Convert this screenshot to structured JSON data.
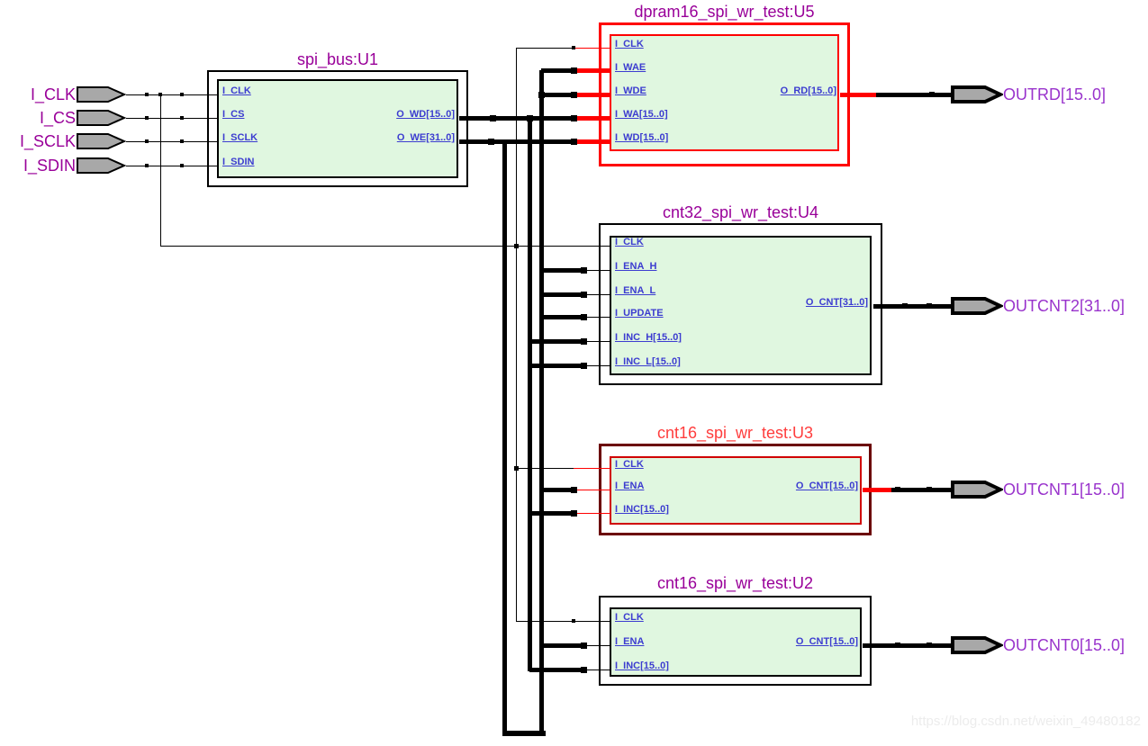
{
  "schematic": {
    "input_pins": [
      {
        "label": "I_CLK"
      },
      {
        "label": "I_CS"
      },
      {
        "label": "I_SCLK"
      },
      {
        "label": "I_SDIN"
      }
    ],
    "output_pins": [
      {
        "label": "OUTRD[15..0]"
      },
      {
        "label": "OUTCNT2[31..0]"
      },
      {
        "label": "OUTCNT1[15..0]"
      },
      {
        "label": "OUTCNT0[15..0]"
      }
    ],
    "blocks": [
      {
        "title": "spi_bus:U1",
        "inputs": [
          "I_CLK",
          "I_CS",
          "I_SCLK",
          "I_SDIN"
        ],
        "outputs": [
          "O_WD[15..0]",
          "O_WE[31..0]"
        ],
        "highlight": "none"
      },
      {
        "title": "dpram16_spi_wr_test:U5",
        "inputs": [
          "I_CLK",
          "I_WAE",
          "I_WDE",
          "I_WA[15..0]",
          "I_WD[15..0]"
        ],
        "outputs": [
          "O_RD[15..0]"
        ],
        "highlight": "red"
      },
      {
        "title": "cnt32_spi_wr_test:U4",
        "inputs": [
          "I_CLK",
          "I_ENA_H",
          "I_ENA_L",
          "I_UPDATE",
          "I_INC_H[15..0]",
          "I_INC_L[15..0]"
        ],
        "outputs": [
          "O_CNT[31..0]"
        ],
        "highlight": "none"
      },
      {
        "title": "cnt16_spi_wr_test:U3",
        "inputs": [
          "I_CLK",
          "I_ENA",
          "I_INC[15..0]"
        ],
        "outputs": [
          "O_CNT[15..0]"
        ],
        "highlight": "dark-red"
      },
      {
        "title": "cnt16_spi_wr_test:U2",
        "inputs": [
          "I_CLK",
          "I_ENA",
          "I_INC[15..0]"
        ],
        "outputs": [
          "O_CNT[15..0]"
        ],
        "highlight": "none"
      }
    ],
    "watermark": "https://blog.csdn.net/weixin_49480182",
    "colors": {
      "block_fill": "#e0f7e0",
      "port_text": "#3c3cd0",
      "title_purple": "#990099",
      "title_red": "#ff3d3d",
      "highlight_red": "#ff0000",
      "highlight_dark_red": "#6b0000",
      "pin_fill": "#a8a8a8",
      "wire_black": "#000000"
    }
  }
}
